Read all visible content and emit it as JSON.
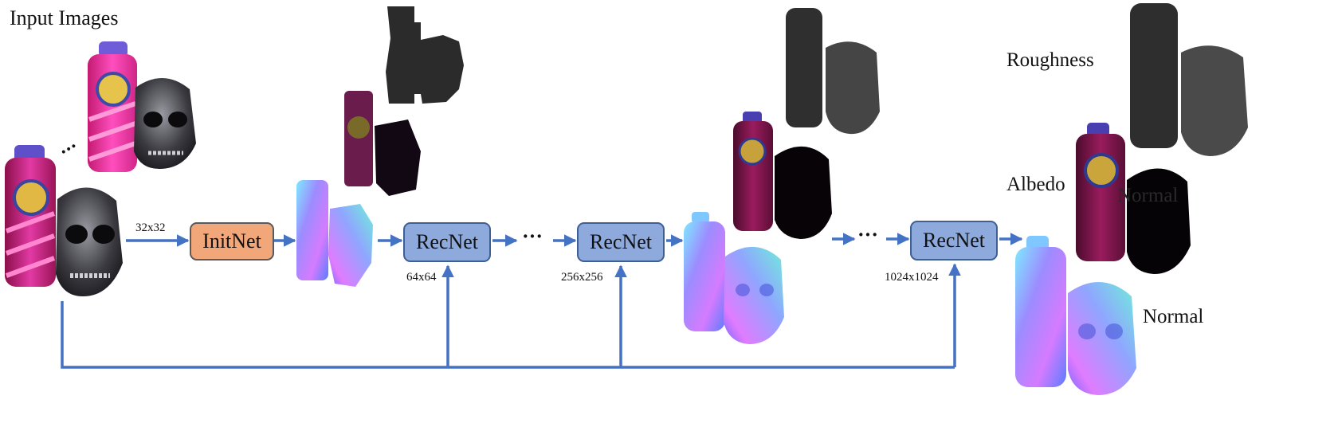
{
  "title": "Input Images",
  "colors": {
    "arrow": "#4472c4",
    "initnet_fill": "#f1a77a",
    "recnet_fill": "#8ea9dc",
    "recnet_border": "#3f5f93"
  },
  "stages": {
    "initnet": {
      "label": "InitNet",
      "input_resolution": "32x32"
    },
    "recnets": [
      {
        "label": "RecNet",
        "resolution": "64x64"
      },
      {
        "label": "RecNet",
        "resolution": "256x256"
      },
      {
        "label": "RecNet",
        "resolution": "1024x1024"
      }
    ]
  },
  "ellipsis": "···",
  "outputs": {
    "roughness": "Roughness",
    "albedo": "Albedo",
    "normal": "Normal",
    "occluded_albedo_label": "Normal"
  },
  "image_groups": [
    {
      "name": "input-images",
      "objects": [
        "bottle",
        "skull"
      ],
      "tone": "photo"
    },
    {
      "name": "initnet-output",
      "objects": [
        "normal",
        "albedo",
        "roughness"
      ],
      "tone": "low-res"
    },
    {
      "name": "recnet-256-output",
      "objects": [
        "normal",
        "albedo",
        "roughness"
      ],
      "tone": "mid-res"
    },
    {
      "name": "final-output",
      "objects": [
        "normal",
        "albedo",
        "roughness"
      ],
      "tone": "high-res"
    }
  ]
}
